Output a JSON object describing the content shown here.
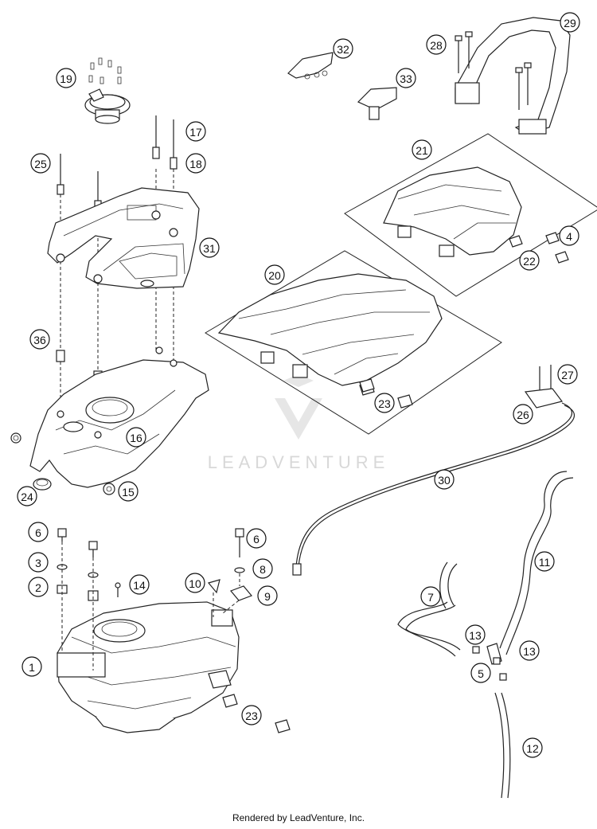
{
  "footer_text": "Rendered by LeadVenture, Inc.",
  "watermark_text": "LEADVENTURE",
  "callouts": [
    {
      "id": "1",
      "label": "1"
    },
    {
      "id": "2",
      "label": "2"
    },
    {
      "id": "3",
      "label": "3"
    },
    {
      "id": "4",
      "label": "4"
    },
    {
      "id": "5",
      "label": "5"
    },
    {
      "id": "6a",
      "label": "6"
    },
    {
      "id": "6b",
      "label": "6"
    },
    {
      "id": "7",
      "label": "7"
    },
    {
      "id": "8",
      "label": "8"
    },
    {
      "id": "9",
      "label": "9"
    },
    {
      "id": "10",
      "label": "10"
    },
    {
      "id": "11",
      "label": "11"
    },
    {
      "id": "12",
      "label": "12"
    },
    {
      "id": "13a",
      "label": "13"
    },
    {
      "id": "13b",
      "label": "13"
    },
    {
      "id": "14",
      "label": "14"
    },
    {
      "id": "15",
      "label": "15"
    },
    {
      "id": "16",
      "label": "16"
    },
    {
      "id": "17",
      "label": "17"
    },
    {
      "id": "18",
      "label": "18"
    },
    {
      "id": "19",
      "label": "19"
    },
    {
      "id": "20",
      "label": "20"
    },
    {
      "id": "21",
      "label": "21"
    },
    {
      "id": "22",
      "label": "22"
    },
    {
      "id": "23a",
      "label": "23"
    },
    {
      "id": "23b",
      "label": "23"
    },
    {
      "id": "24",
      "label": "24"
    },
    {
      "id": "25",
      "label": "25"
    },
    {
      "id": "26",
      "label": "26"
    },
    {
      "id": "27",
      "label": "27"
    },
    {
      "id": "28",
      "label": "28"
    },
    {
      "id": "29",
      "label": "29"
    },
    {
      "id": "30",
      "label": "30"
    },
    {
      "id": "31",
      "label": "31"
    },
    {
      "id": "32",
      "label": "32"
    },
    {
      "id": "33",
      "label": "33"
    },
    {
      "id": "36",
      "label": "36"
    }
  ]
}
